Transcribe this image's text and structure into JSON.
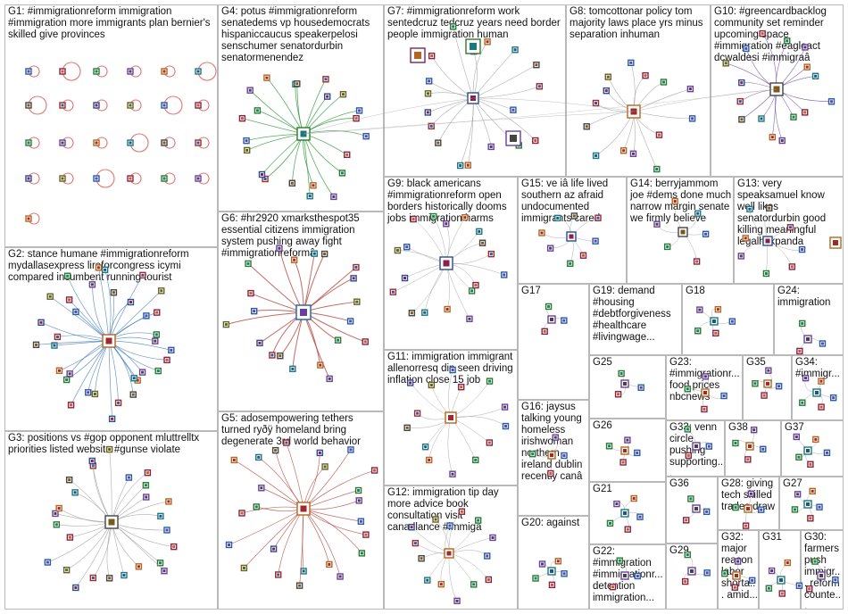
{
  "panels": [
    {
      "id": "G1",
      "text": "G1: #immigrationreform immigration #immigration more immigrants plan bernier's skilled give provinces"
    },
    {
      "id": "G2",
      "text": "G2: stance humane #immigrationreform mydallasexpress liraforcongress icymi compared incumbent running tourist"
    },
    {
      "id": "G3",
      "text": "G3: positions vs #gop opponent mluttrelltx priorities listed website #gunse violate"
    },
    {
      "id": "G4",
      "text": "G4: potus #immigrationreform senatedems vp housedemocrats hispaniccaucus speakerpelosi senschumer senatordurbin senatormenendez"
    },
    {
      "id": "G5",
      "text": "G5: adosempowering tethers turned ryðÿ homeland bring degenerate 3rd world behavior"
    },
    {
      "id": "G6",
      "text": "G6: #hr2920 xmarksthespot35 essential citizens immigration system pushing away fight #immigrationreformâ"
    },
    {
      "id": "G7",
      "text": "G7: #immigrationreform work sentedcruz tedcruz years need border people immigration human"
    },
    {
      "id": "G8",
      "text": "G8: tomcottonar policy tom majority laws place yrs minus separation inhuman"
    },
    {
      "id": "G9",
      "text": "G9: black americans #immigrationreform open borders historically dooms jobs immigration harms"
    },
    {
      "id": "G10",
      "text": "G10: #greencardbacklog community set reminder upcoming space #immigration #eagleact dcwaldesi #immigraâ"
    },
    {
      "id": "G11",
      "text": "G11: immigration immigrant allenorresq dip seen driving inflation close 15 job"
    },
    {
      "id": "G12",
      "text": "G12: immigration tip day more advice book consultation visit canadlance #immigâ"
    },
    {
      "id": "G13",
      "text": "G13: very speaksamuel know well likes senatordurbin good killing meaningful legalhskpanda"
    },
    {
      "id": "G14",
      "text": "G14: berryjammom joe #dems done much narrow margin senate we firmly believe"
    },
    {
      "id": "G15",
      "text": "G15: ve iâ life lived southern az afraid undocumented immigrants cared"
    },
    {
      "id": "G16",
      "text": "G16: jaysus talking young homeless irishwoman northern ireland dublin recently canâ"
    },
    {
      "id": "G17",
      "text": "G17"
    },
    {
      "id": "G18",
      "text": "G18"
    },
    {
      "id": "G19",
      "text": "G19: demand #housing #debtforgiveness #healthcare #livingwage..."
    },
    {
      "id": "G20",
      "text": "G20: against"
    },
    {
      "id": "G21",
      "text": "G21"
    },
    {
      "id": "G22",
      "text": "G22: #immigration #immigrationr... detention immigration..."
    },
    {
      "id": "G23",
      "text": "G23: #immigrationr... food prices nbcnews"
    },
    {
      "id": "G24",
      "text": "G24: immigration"
    },
    {
      "id": "G25",
      "text": "G25"
    },
    {
      "id": "G26",
      "text": "G26"
    },
    {
      "id": "G27",
      "text": "G27"
    },
    {
      "id": "G28",
      "text": "G28: giving tech skilled trades draw"
    },
    {
      "id": "G29",
      "text": "G29"
    },
    {
      "id": "G30",
      "text": "G30: farmers push immigr... reform counte..."
    },
    {
      "id": "G31",
      "text": "G31"
    },
    {
      "id": "G32",
      "text": "G32: major reason labor shorta... amid..."
    },
    {
      "id": "G33",
      "text": "G33: venn circle pushing supporting..."
    },
    {
      "id": "G34",
      "text": "G34: #immigr..."
    },
    {
      "id": "G35",
      "text": "G35"
    },
    {
      "id": "G36",
      "text": "G36"
    },
    {
      "id": "G37",
      "text": "G37"
    },
    {
      "id": "G38",
      "text": "G38"
    }
  ],
  "colors": {
    "panel_border": "#b9b9b9",
    "edge_gray": "#9a9a9a",
    "edge_red": "#b4473f",
    "edge_green": "#2e9a3c",
    "self_loop": "#d9534f"
  }
}
